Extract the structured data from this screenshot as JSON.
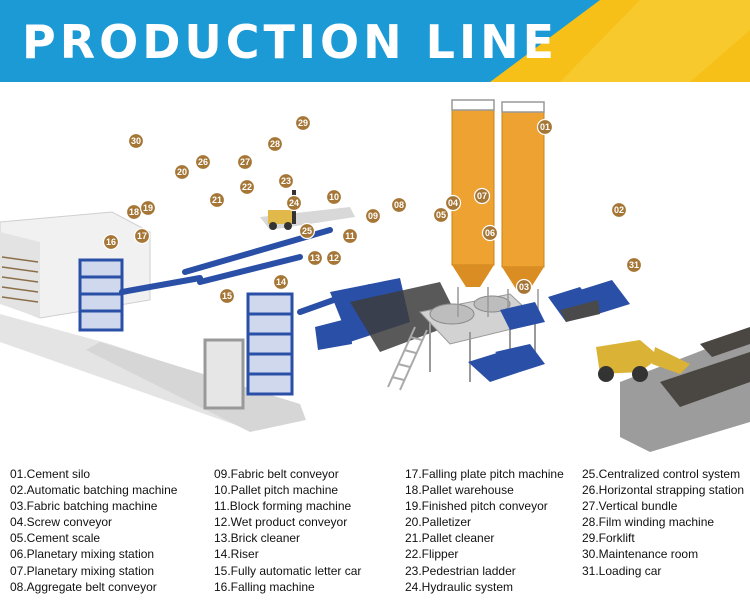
{
  "title": "PRODUCTION LINE",
  "colors": {
    "banner_blue": "#1c9ad6",
    "banner_yellow": "#f6c018",
    "silo": "#eea232",
    "machine_blue": "#2a4fa6",
    "marker": "#a57636",
    "floor": "#dcdcdc"
  },
  "legend": {
    "columns": [
      [
        "01.Cement silo",
        "02.Automatic batching machine",
        "03.Fabric batching machine",
        "04.Screw conveyor",
        "05.Cement scale",
        "06.Planetary mixing station",
        "07.Planetary mixing station",
        "08.Aggregate belt conveyor"
      ],
      [
        "09.Fabric belt conveyor",
        "10.Pallet pitch machine",
        "11.Block forming machine",
        "12.Wet product conveyor",
        "13.Brick cleaner",
        "14.Riser",
        "15.Fully automatic letter car",
        "16.Falling machine"
      ],
      [
        "17.Falling plate pitch machine",
        "18.Pallet warehouse",
        "19.Finished pitch conveyor",
        "20.Palletizer",
        "21.Pallet cleaner",
        "22.Flipper",
        "23.Pedestrian ladder",
        "24.Hydraulic system"
      ],
      [
        "25.Centralized control system",
        "26.Horizontal strapping station",
        "27.Vertical bundle",
        "28.Film winding machine",
        "29.Forklift",
        "30.Maintenance room",
        "31.Loading car"
      ]
    ]
  },
  "markers": [
    "01",
    "02",
    "03",
    "04",
    "05",
    "06",
    "07",
    "08",
    "09",
    "10",
    "11",
    "12",
    "13",
    "14",
    "15",
    "16",
    "17",
    "18",
    "19",
    "20",
    "21",
    "22",
    "23",
    "24",
    "25",
    "26",
    "27",
    "28",
    "29",
    "30",
    "31"
  ]
}
